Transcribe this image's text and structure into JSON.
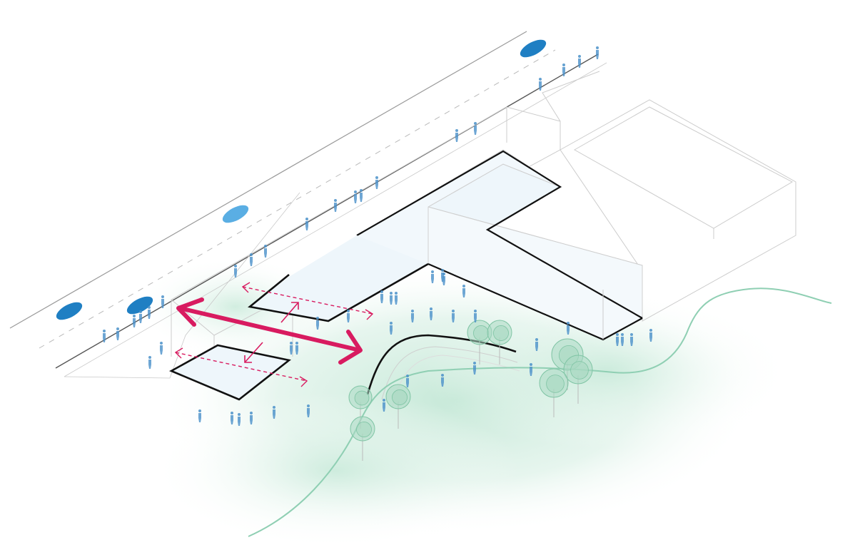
{
  "diagram": {
    "kind": "isometric-site-axonometric",
    "labels": [],
    "colors": {
      "background": "#ffffff",
      "outline_light": "#c9c9c9",
      "outline_dark": "#111111",
      "building_fill": "#f1f7fb",
      "landscape": "#bfe6d3",
      "stream": "#8fcfb3",
      "car": "#1f7fc3",
      "car_light": "#5aaee3",
      "people": "#4a90c9",
      "arrow_primary": "#d81b60",
      "tree_fill": "#a9d8c2",
      "tree_stroke": "#7fc4a4"
    },
    "icons": [
      "car-icon",
      "person-icon",
      "tree-icon",
      "double-arrow",
      "dashed-double-arrow",
      "single-arrow"
    ]
  }
}
